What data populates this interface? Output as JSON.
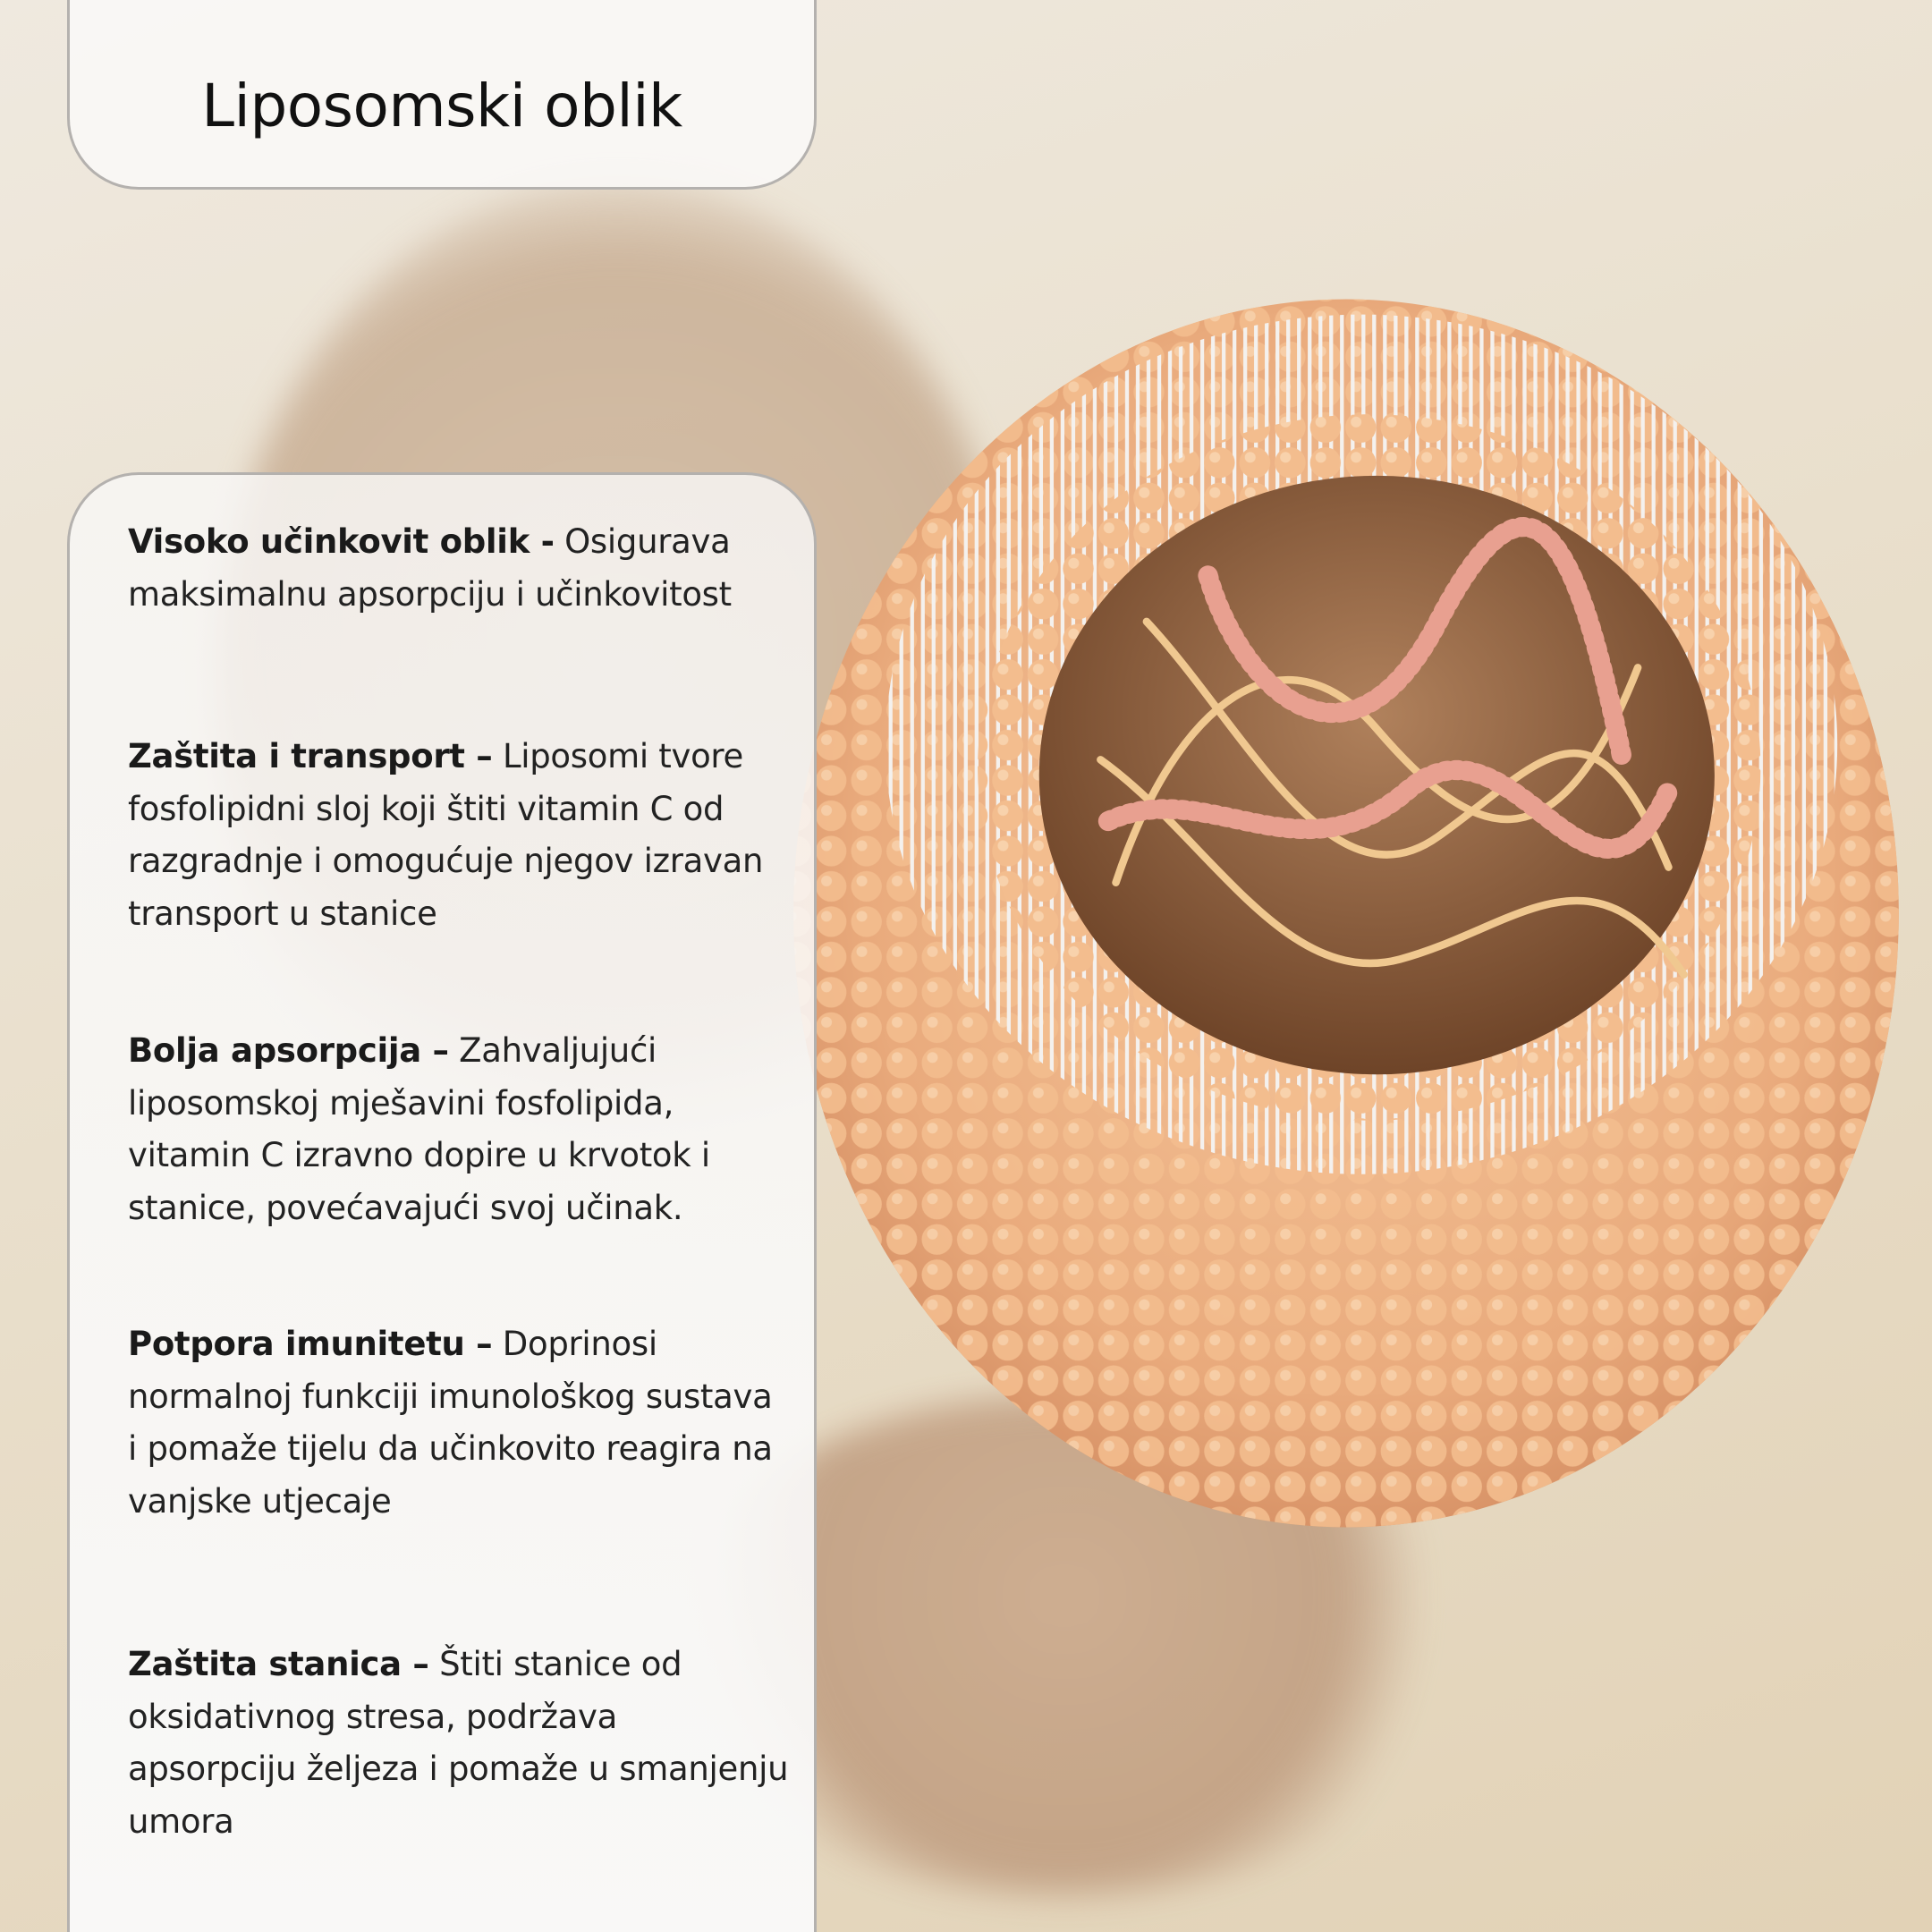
{
  "title": "Liposomski oblik",
  "items": [
    {
      "heading": "Visoko učinkovit oblik -",
      "text": " Osigurava maksimalnu apsorpciju i učinkovitost"
    },
    {
      "heading": "Zaštita i transport –",
      "text": " Liposomi tvore fosfolipidni sloj koji štiti vitamin C od razgradnje i omogućuje njegov izravan transport u stanice"
    },
    {
      "heading": "Bolja apsorpcija –",
      "text": " Zahvaljujući liposomskoj mješavini fosfolipida, vitamin C izravno dopire u krvotok i stanice, povećavajući svoj učinak."
    },
    {
      "heading": "Potpora imunitetu –",
      "text": " Doprinosi normalnoj funkciji imunološkog sustava i pomaže tijelu da učinkovito reagira na vanjske utjecaje"
    },
    {
      "heading": "Zaštita stanica –",
      "text": " Štiti stanice od oksidativnog stresa, podržava apsorpciju željeza i pomaže u smanjenju umora"
    }
  ],
  "colors": {
    "background": "#e9dfcc",
    "lipid_head": "#f2b98a",
    "lipid_tail": "#f4f1ee",
    "core": "#8a5a3a",
    "strand": "#e8a090"
  }
}
